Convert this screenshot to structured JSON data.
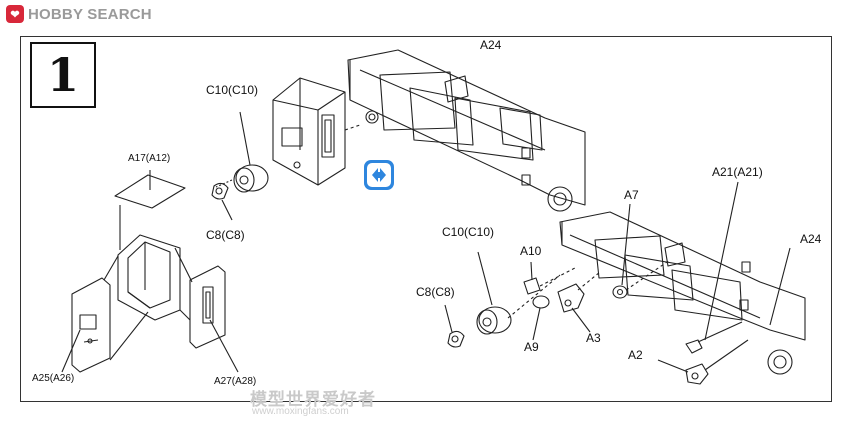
{
  "logo": {
    "text": "HOBBY SEARCH",
    "mark": "❤"
  },
  "step": {
    "number": "1"
  },
  "labels": {
    "a24_top": "A24",
    "c10_top": "C10(C10)",
    "a17": "A17(A12)",
    "c8_top": "C8(C8)",
    "a25": "A25(A26)",
    "a27": "A27(A28)",
    "a21": "A21(A21)",
    "a7": "A7",
    "a24_right": "A24",
    "c10_bottom": "C10(C10)",
    "a10": "A10",
    "c8_bottom": "C8(C8)",
    "a9": "A9",
    "a3": "A3",
    "a2": "A2"
  },
  "rotate_icon": {
    "name": "rotate-arrows-icon",
    "color": "#2e86de"
  },
  "watermark": {
    "text": "模型世界爱好者",
    "url": "www.moxingfans.com"
  }
}
